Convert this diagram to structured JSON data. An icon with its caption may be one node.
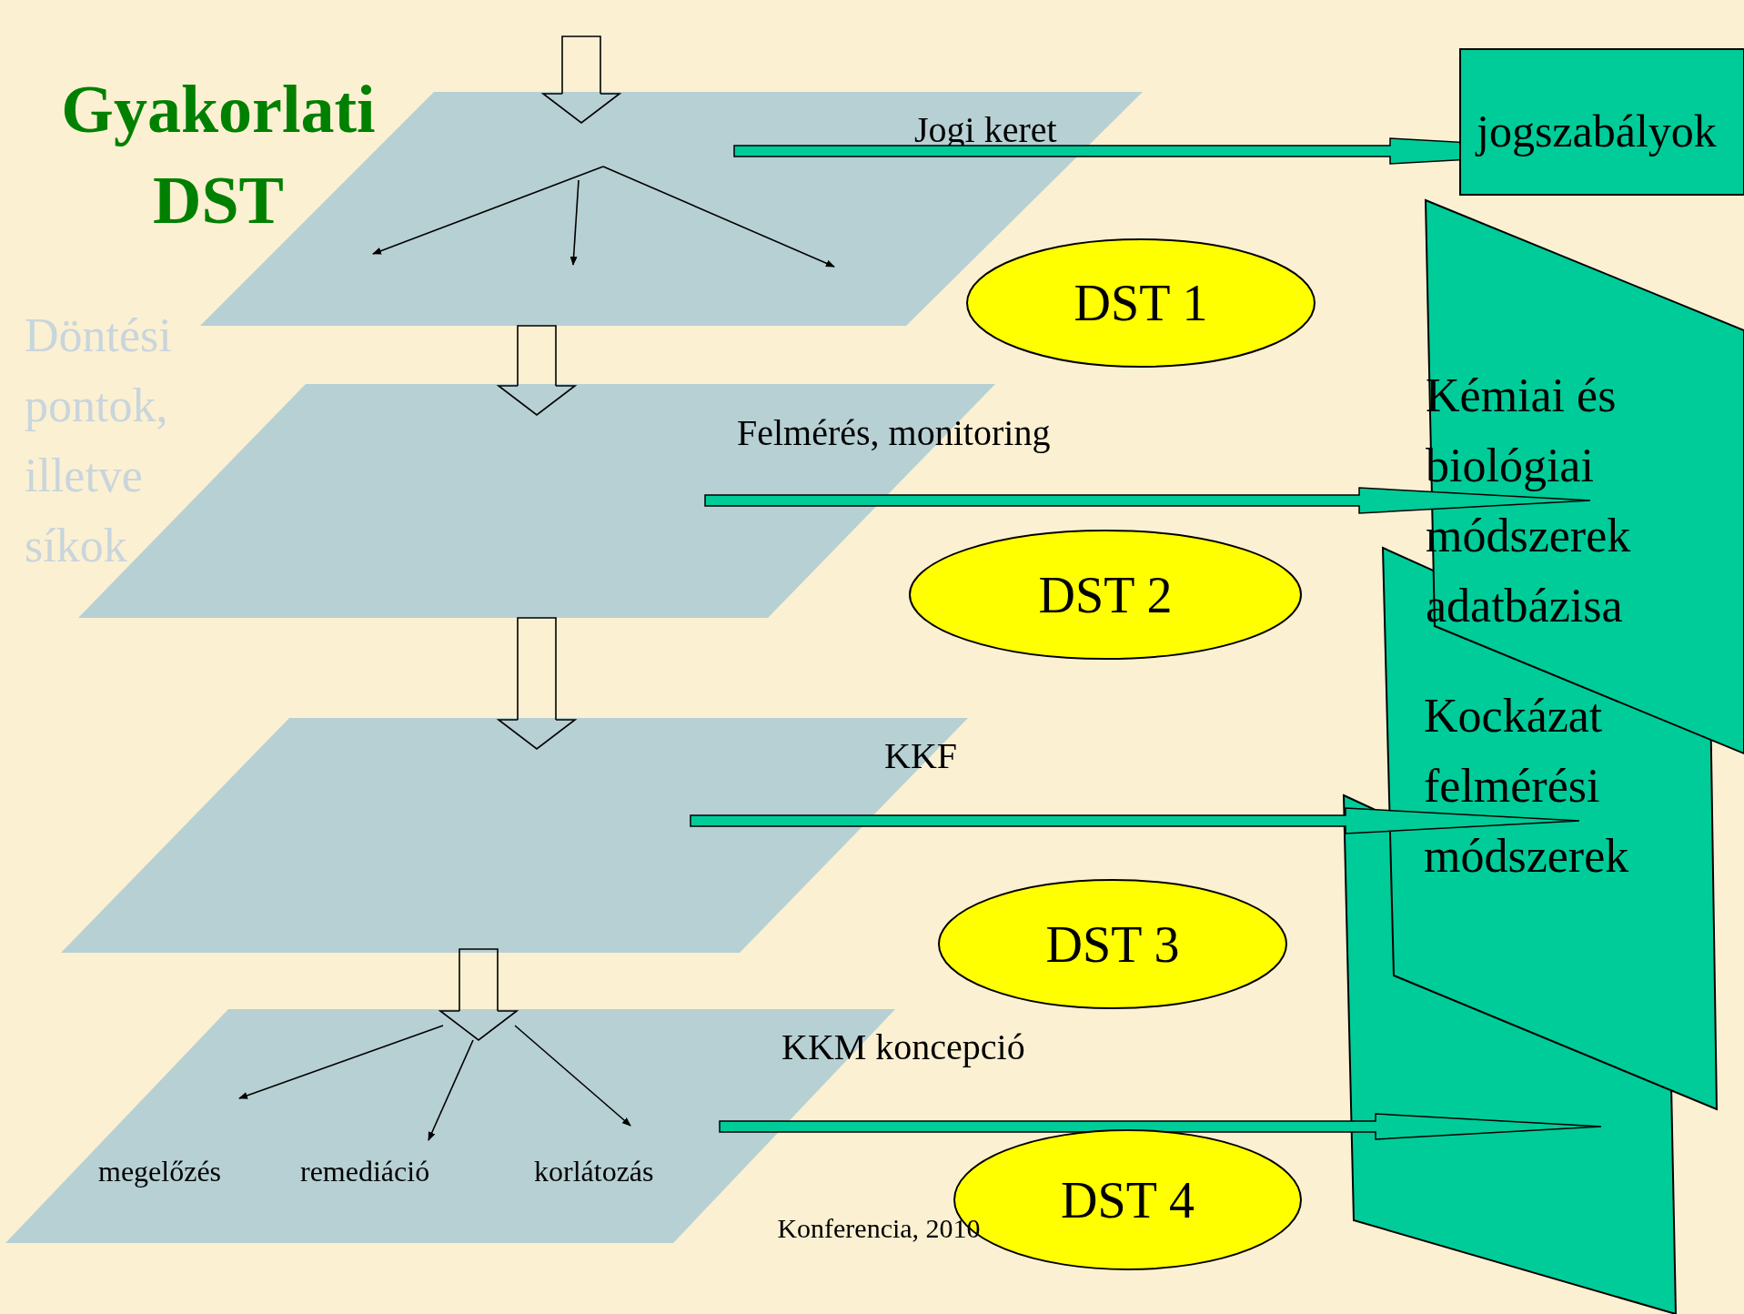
{
  "diagram": {
    "title": "Gyakorlati DST",
    "nodes": [
      {
        "text": [
          "Jogi keret"
        ]
      },
      {
        "text": [
          "jogszabályok"
        ]
      },
      {
        "text": [
          "DST 1"
        ]
      },
      {
        "text": [
          "Felmérés, monitoring"
        ]
      },
      {
        "text": [
          "Kémiai és biológiai módszerek adatbázisa"
        ]
      },
      {
        "text": [
          "DST 2"
        ]
      },
      {
        "text": [
          "KKF"
        ]
      },
      {
        "text": [
          "Kockázat felmérési módszerek"
        ]
      },
      {
        "text": [
          "DST 3"
        ]
      },
      {
        "text": [
          "KKM koncepció"
        ]
      },
      {
        "text": [
          "megelőzés"
        ],
        "in": 9
      },
      {
        "text": [
          "remediáció"
        ],
        "in": 9
      },
      {
        "text": [
          "korlátozás"
        ],
        "in": 9
      },
      {
        "text": [
          "DST 4"
        ]
      },
      {
        "text": [],
        "shape": "box"
      }
    ],
    "edges": [
      {
        "from": null,
        "to": 0,
        "arrow": "to"
      },
      {
        "from": 0,
        "to": 3,
        "arrow": "to"
      },
      {
        "from": 3,
        "to": 6,
        "arrow": "to"
      },
      {
        "from": 6,
        "to": 9,
        "arrow": "to"
      },
      {
        "from": null,
        "to": 10,
        "arrow": "to"
      },
      {
        "from": null,
        "to": 11,
        "arrow": "to"
      },
      {
        "from": null,
        "to": 12,
        "arrow": "to"
      },
      {
        "from": 0,
        "to": 1,
        "arrow": "to",
        "style": "thick",
        "color": "#00cc99"
      },
      {
        "from": 3,
        "to": 4,
        "arrow": "to",
        "style": "thick",
        "color": "#00cc99"
      },
      {
        "from": 6,
        "to": 7,
        "arrow": "to",
        "style": "thick",
        "color": "#00cc99"
      },
      {
        "from": 9,
        "to": 14,
        "arrow": "to",
        "style": "thick",
        "color": "#00cc99"
      }
    ],
    "labels": [
      "Döntési pontok, illetve síkok",
      "Konferencia, 2010"
    ]
  }
}
